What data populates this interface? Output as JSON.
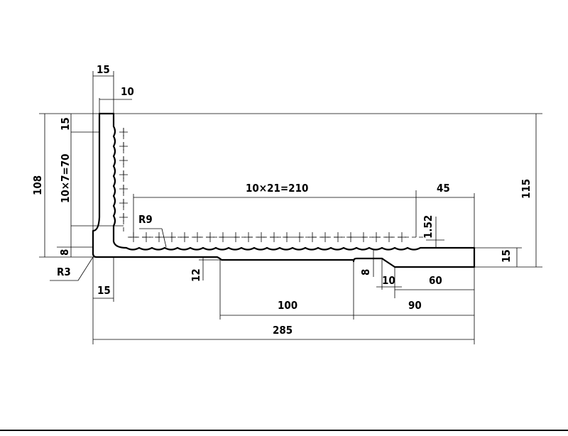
{
  "dimensions": {
    "top_width": "15",
    "inner_width": "10",
    "vertical_top": "15",
    "vertical_pitch": "10×7=70",
    "overall_height_left": "108",
    "horizontal_pitch": "10×21=210",
    "right_segment": "45",
    "overall_height_right": "115",
    "radius_large": "R9",
    "offset_small": "1.52",
    "base_height_left": "8",
    "radius_small": "R3",
    "base_width_left": "15",
    "step_height": "12",
    "notch_height": "8",
    "notch_width": "10",
    "right_end_width": "60",
    "right_end_height": "15",
    "middle_length": "100",
    "right_length": "90",
    "total_length": "285"
  }
}
